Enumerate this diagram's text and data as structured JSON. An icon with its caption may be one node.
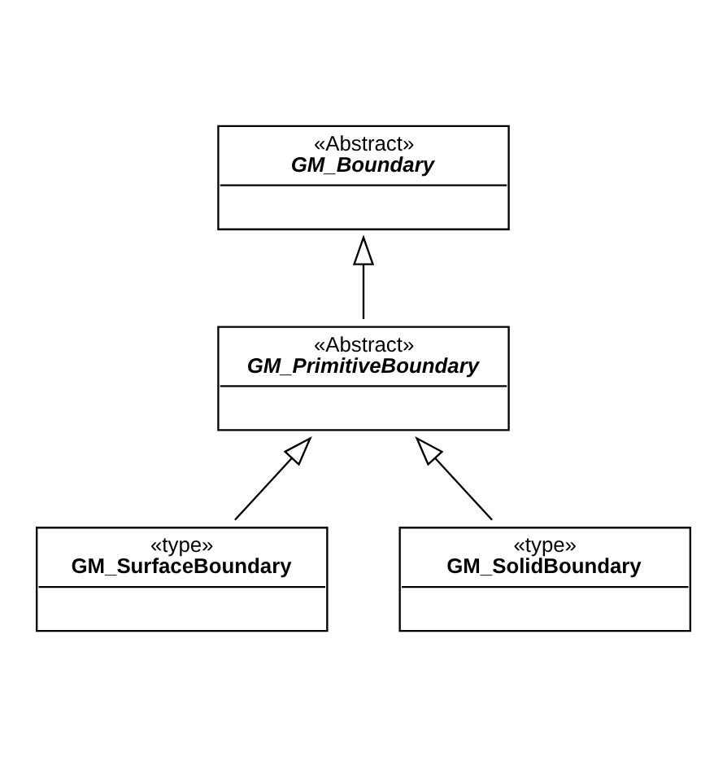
{
  "diagram": {
    "nodes": [
      {
        "text": [
          "«Abstract»",
          "GM_Boundary"
        ]
      },
      {
        "text": [
          "«Abstract»",
          "GM_PrimitiveBoundary"
        ]
      },
      {
        "text": [
          "«type»",
          "GM_SurfaceBoundary"
        ]
      },
      {
        "text": [
          "«type»",
          "GM_SolidBoundary"
        ]
      }
    ],
    "edges": [
      {
        "from": 1,
        "to": 0,
        "arrow": "to"
      },
      {
        "from": 2,
        "to": 1,
        "arrow": "to"
      },
      {
        "from": 3,
        "to": 1,
        "arrow": "to"
      }
    ]
  }
}
